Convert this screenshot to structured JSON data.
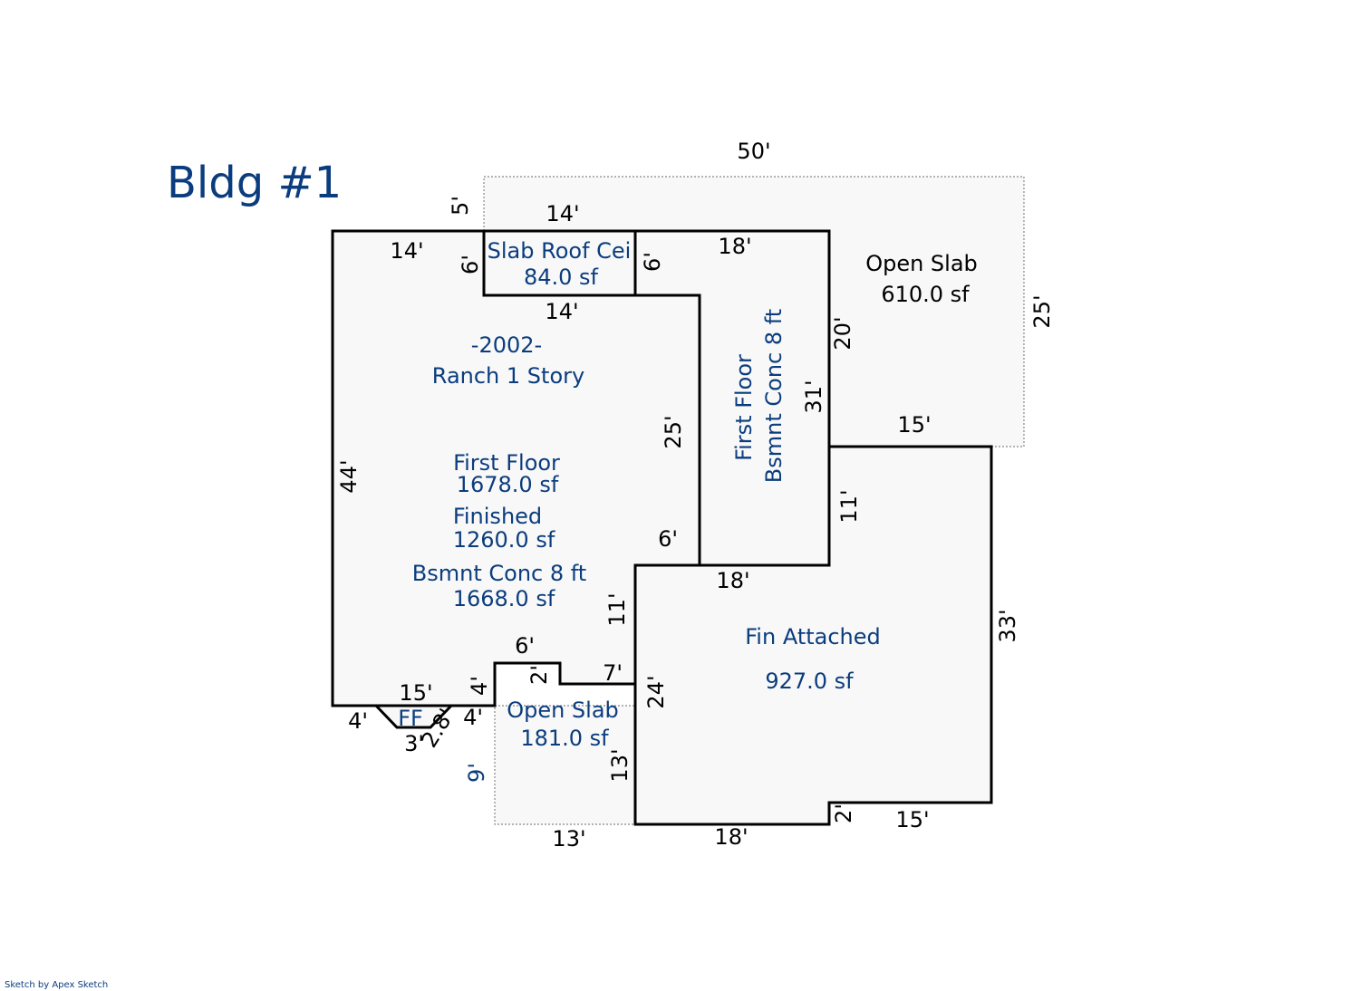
{
  "title": "Bldg #1",
  "footer": "Sketch by Apex Sketch",
  "colors": {
    "label": "#0b3d7e",
    "dimension": "#000000",
    "fill": "#f8f8f8",
    "outline": "#000000",
    "dashed": "#888888"
  },
  "areas": {
    "slab_roof": {
      "name": "Slab Roof Cei",
      "area": "84.0 sf"
    },
    "open_slab_top": {
      "name": "Open Slab",
      "area": "610.0 sf"
    },
    "main": {
      "year": "-2002-",
      "style": "Ranch 1 Story",
      "first_floor": "First Floor",
      "first_floor_area": "1678.0 sf",
      "finished": "Finished",
      "finished_area": "1260.0 sf",
      "bsmnt": "Bsmnt Conc 8 ft",
      "bsmnt_area": "1668.0 sf"
    },
    "wing": {
      "line1": "First Floor",
      "line2": "Bsmnt Conc 8 ft"
    },
    "fin_attached": {
      "name": "Fin Attached",
      "area": "927.0 sf"
    },
    "open_slab_bottom": {
      "name": "Open Slab",
      "area": "181.0 sf"
    },
    "ff": {
      "name": "FF"
    }
  },
  "dims": {
    "top_50": "50'",
    "d_5": "5'",
    "slab_top_14": "14'",
    "main_top_14": "14'",
    "slab_left_6": "6'",
    "slab_right_6": "6'",
    "wing_top_18": "18'",
    "slab_bottom_14": "14'",
    "right_25": "25'",
    "wing_20": "20'",
    "wing_31": "31'",
    "inner_25": "25'",
    "left_44": "44'",
    "fin_top_15": "15'",
    "fin_11": "11'",
    "step_6": "6'",
    "wing_bottom_18": "18'",
    "main_11": "11'",
    "fin_right_33": "33'",
    "notch_6": "6'",
    "notch_2": "2'",
    "notch_7": "7'",
    "fin_24": "24'",
    "main_bottom_15": "15'",
    "notch_4": "4'",
    "ff_4_left": "4'",
    "ff_4_right": "4'",
    "ff_3": "3'",
    "ff_2_8": "2.8'",
    "slab_9": "9'",
    "fin_13": "13'",
    "slab_bottom_13": "13'",
    "fin_bottom_18": "18'",
    "fin_2": "2'",
    "fin_bottom_15": "15'"
  }
}
